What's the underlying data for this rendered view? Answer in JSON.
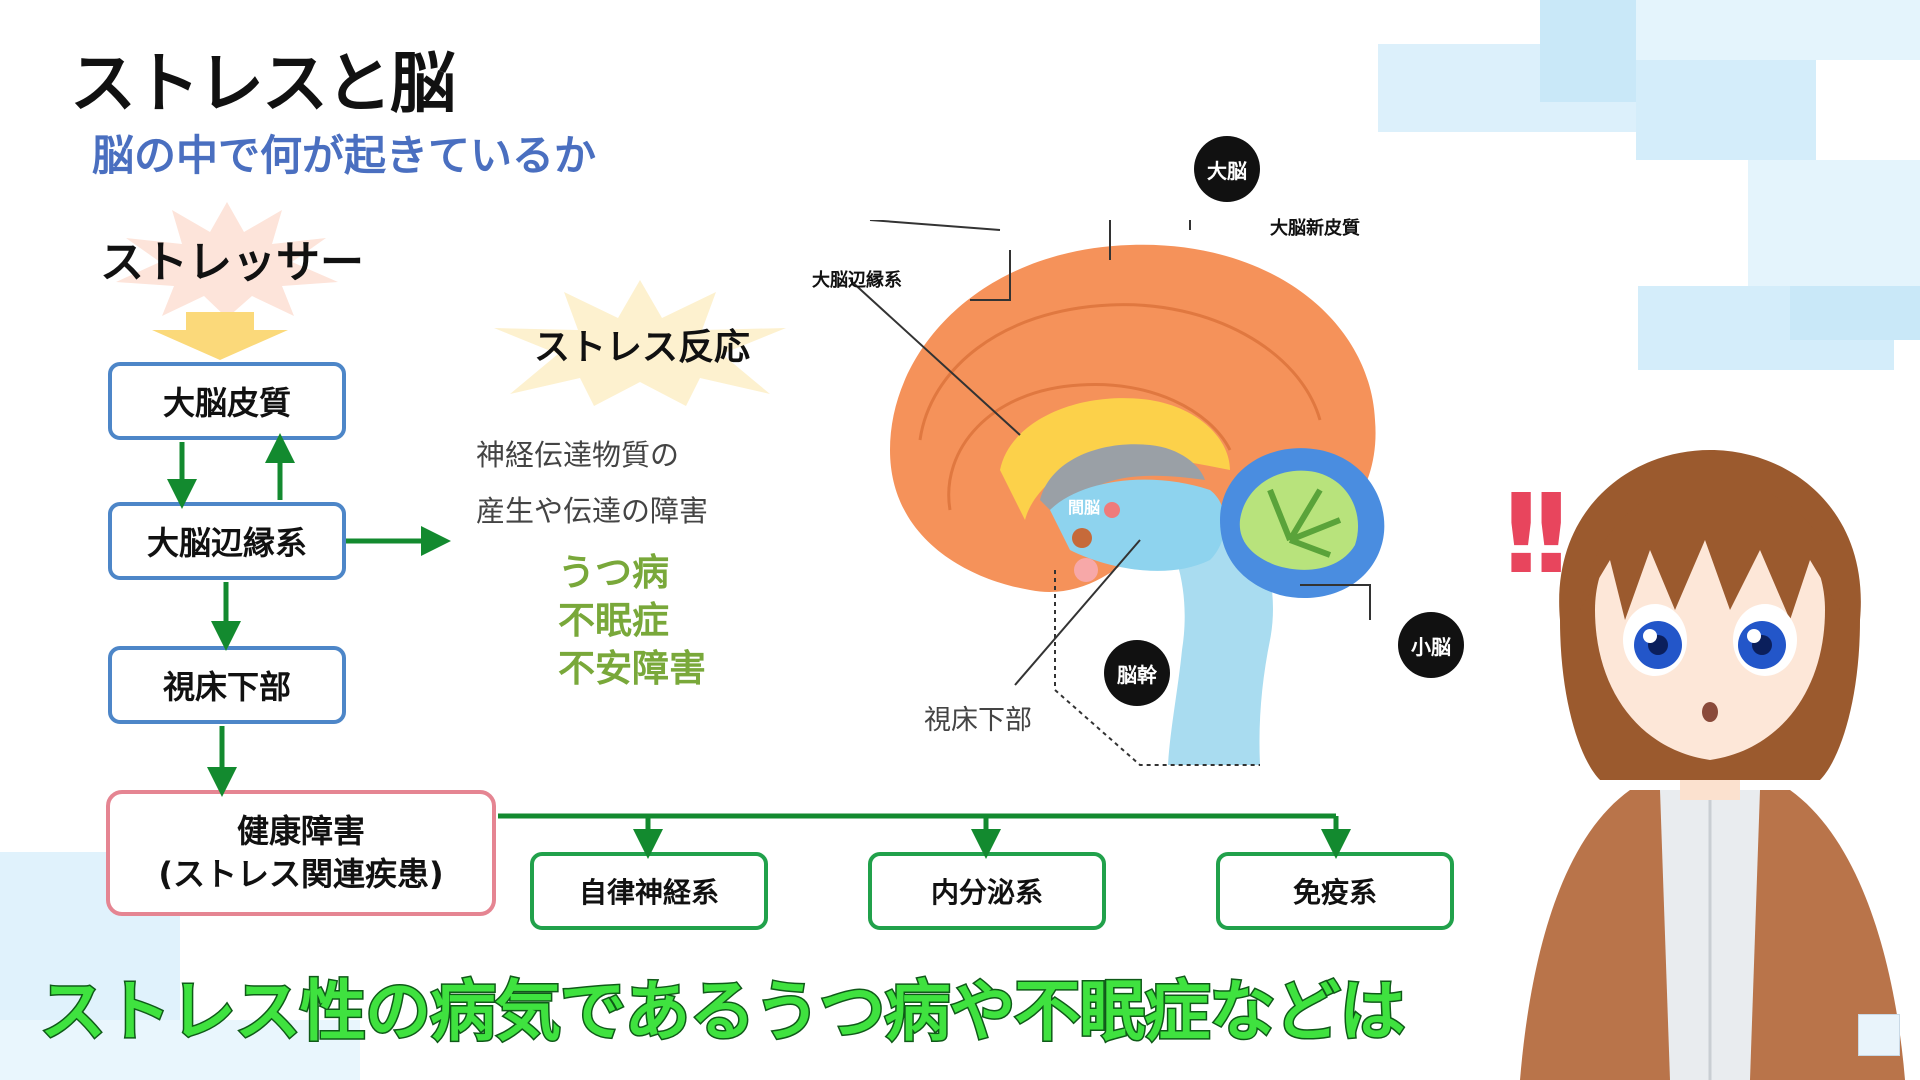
{
  "title": "ストレスと脳",
  "subtitle": "脳の中で何が起きているか",
  "stressor": "ストレッサー",
  "flow": {
    "cortex": "大脳皮質",
    "limbic": "大脳辺縁系",
    "hypothalamus": "視床下部",
    "disorder_line1": "健康障害",
    "disorder_line2": "(ストレス関連疾患)",
    "branches": [
      "自律神経系",
      "内分泌系",
      "免疫系"
    ]
  },
  "response": {
    "title": "ストレス反応",
    "line1": "神経伝達物質の",
    "line2": "産生や伝達の障害",
    "diseases": [
      "うつ病",
      "不眠症",
      "不安障害"
    ]
  },
  "brain_labels": {
    "cerebrum": "大脳",
    "neocortex": "大脳新皮質",
    "limbic": "大脳辺縁系",
    "diencephalon": "間脳",
    "cerebellum": "小脳",
    "brainstem": "脳幹",
    "hypothalamus": "視床下部"
  },
  "exclaim": "!!",
  "caption": "ストレス性の病気であるうつ病や不眠症などは",
  "colors": {
    "subtitle": "#4a6fc0",
    "blue_box": "#4d86c8",
    "pink_box": "#e58592",
    "green": "#21a14b",
    "disease": "#79a83a",
    "caption": "#3fe23f",
    "brain_orange": "#f5925a"
  }
}
